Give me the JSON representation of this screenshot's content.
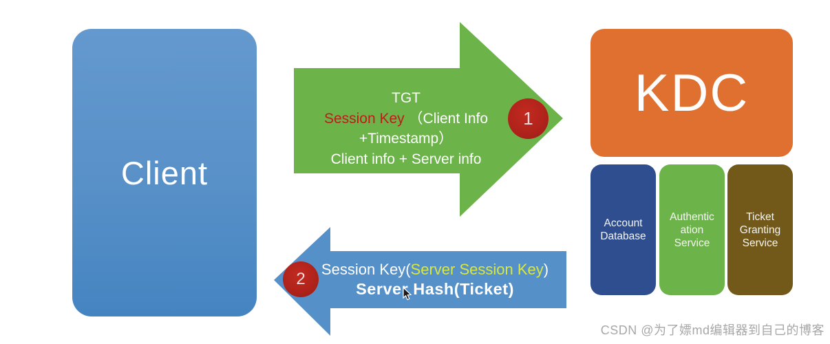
{
  "diagram": {
    "client": {
      "label": "Client"
    },
    "kdc": {
      "label": "KDC"
    },
    "services": [
      {
        "id": "account-database",
        "label": "Account\nDatabase"
      },
      {
        "id": "authentication-service",
        "label": "Authentic\nation\nService"
      },
      {
        "id": "ticket-granting-service",
        "label": "Ticket\nGranting\nService"
      }
    ],
    "request_arrow": {
      "step": "1",
      "line1": "TGT",
      "line2_highlight": "Session Key",
      "line2_rest": " （Client Info",
      "line3": "+Timestamp）",
      "line4": "Client info + Server info"
    },
    "response_arrow": {
      "step": "2",
      "line1_pre": "Session Key(",
      "line1_highlight": "Server Session Key",
      "line1_post": ")",
      "line2": "Server Hash(Ticket)"
    },
    "watermark": "CSDN @为了嫖md编辑器到自己的博客",
    "colors": {
      "client_gradient_top": "#6399CE",
      "client_gradient_bottom": "#4484C1",
      "green_arrow": "#6CB44A",
      "kdc_orange": "#E0702F",
      "blue_arrow": "#5590C8",
      "account_db_blue": "#2F4E8F",
      "auth_service_green": "#6CB44A",
      "ticket_service_olive": "#72591A",
      "highlight_red": "#C01A1A",
      "highlight_yellow": "#D9E83F",
      "step_circle_red": "#B0231B"
    }
  }
}
